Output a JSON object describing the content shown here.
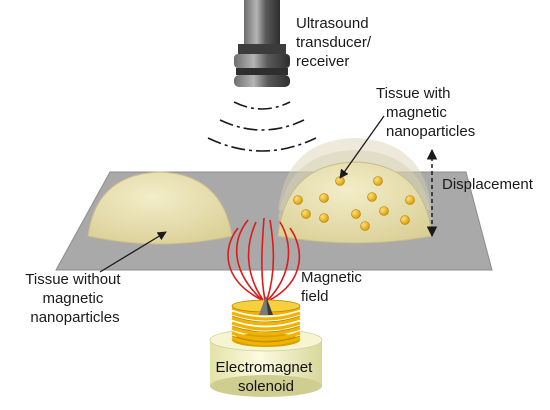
{
  "labels": {
    "transducer": [
      "Ultrasound",
      "transducer/",
      "receiver"
    ],
    "tissue_with": [
      "Tissue with",
      "magnetic",
      "nanoparticles"
    ],
    "displacement": "Displacement",
    "tissue_without": [
      "Tissue without",
      "magnetic",
      "nanoparticles"
    ],
    "magnetic_field": [
      "Magnetic",
      "field"
    ],
    "solenoid": [
      "Electromagnet",
      "solenoid"
    ]
  },
  "colors": {
    "plane": "#a9a9a9",
    "tissue": "#e8e0b4",
    "nanoparticle": "#f0b400",
    "field_lines": "#e01a1a",
    "coil": "#f2b300",
    "solenoid_base": "#f1f0c0",
    "transducer": "#4a4a4a"
  },
  "icons": {
    "transducer": "ultrasound-transducer-icon",
    "solenoid": "electromagnet-solenoid-icon"
  }
}
